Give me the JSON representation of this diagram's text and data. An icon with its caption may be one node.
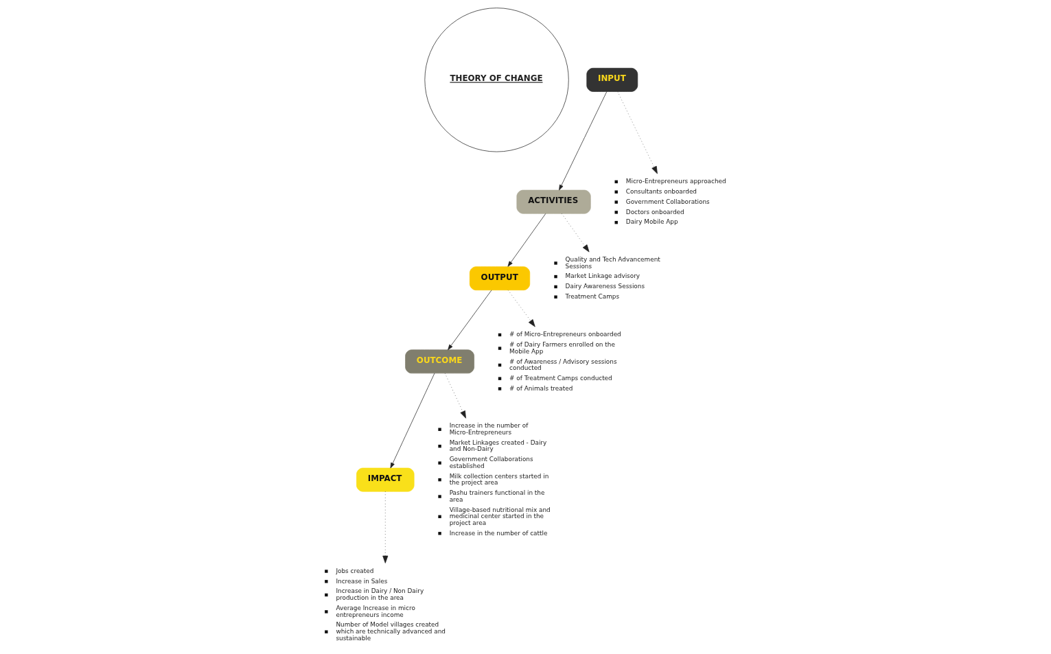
{
  "diagram": {
    "nodes": [
      {
        "text": [
          "THEORY OF CHANGE"
        ]
      },
      {
        "text": [
          "IMPACT"
        ]
      },
      {
        "text": [
          "INPUT"
        ]
      },
      {
        "text": [
          "ACTIVITIES"
        ]
      },
      {
        "text": [
          "OUTPUT"
        ]
      },
      {
        "text": [
          "OUTCOME"
        ]
      },
      {
        "text": [
          "Jobs created",
          "Increase in Sales",
          "Increase in Dairy / Non Dairy production in the area",
          "Average Increase in micro entrepreneurs income",
          "Number of Model villages created which are technically advanced and sustainable"
        ]
      },
      {
        "text": [
          "Micro-Entrepreneurs approached",
          "Consultants onboarded",
          "Government Collaborations",
          "Doctors onboarded",
          "Dairy Mobile App"
        ]
      },
      {
        "text": [
          "Quality and Tech Advancement Sessions",
          "Market Linkage advisory",
          "Dairy Awareness Sessions",
          "Treatment Camps"
        ]
      },
      {
        "text": [
          "# of Micro-Entrepreneurs onboarded",
          "# of Dairy Farmers enrolled on the Mobile App",
          "# of Awareness / Advisory sessions conducted",
          "# of Treatment Camps conducted",
          "# of Animals treated"
        ]
      },
      {
        "text": [
          "Increase in the number of Micro-Entrepreneurs",
          "Market Linkages created - Dairy and Non-Dairy",
          "Government Collaborations established",
          "Milk collection centers started in the project area",
          "Pashu trainers functional in the area",
          "Village-based nutritional mix and medicinal center started in the project area",
          "Increase in the number of cattle"
        ]
      }
    ],
    "edges": [
      {
        "from": 2,
        "to": 3,
        "arrow": "to"
      },
      {
        "from": 3,
        "to": 4,
        "arrow": "to"
      },
      {
        "from": 4,
        "to": 5,
        "arrow": "to"
      },
      {
        "from": 5,
        "to": 1,
        "arrow": "to"
      },
      {
        "from": 1,
        "to": 6,
        "arrow": "to",
        "style": "dashed"
      },
      {
        "from": 2,
        "to": 7,
        "arrow": "to",
        "style": "dashed"
      },
      {
        "from": 3,
        "to": 8,
        "arrow": "to",
        "style": "dashed"
      },
      {
        "from": 4,
        "to": 9,
        "arrow": "to",
        "style": "dashed"
      },
      {
        "from": 5,
        "to": 10,
        "arrow": "to",
        "style": "dashed"
      }
    ]
  }
}
